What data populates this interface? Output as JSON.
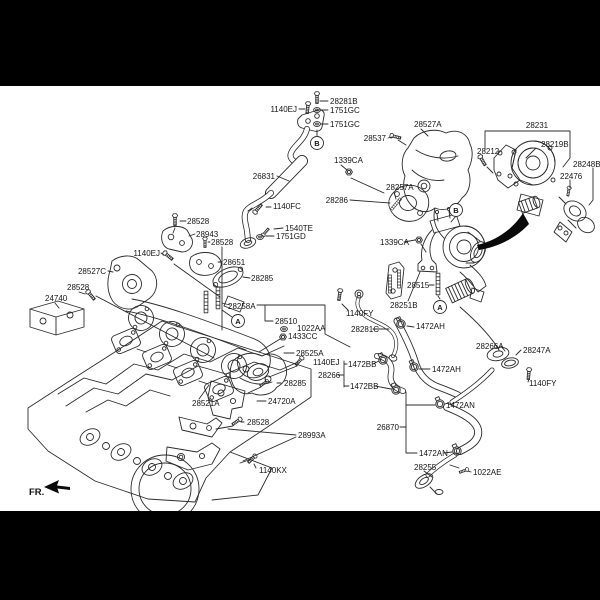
{
  "scene": {
    "background": "#ffffff",
    "letterbox_color": "#000000",
    "line_color": "#2b2b2b",
    "text_color": "#141414"
  },
  "direction_indicator": {
    "label": "FR."
  },
  "ref_markers": [
    {
      "letter": "B"
    },
    {
      "letter": "B"
    },
    {
      "letter": "A"
    },
    {
      "letter": "A"
    }
  ],
  "part_labels": [
    {
      "text": "28281B"
    },
    {
      "text": "1140EJ"
    },
    {
      "text": "1751GC"
    },
    {
      "text": "1751GC"
    },
    {
      "text": "1339CA"
    },
    {
      "text": "28537"
    },
    {
      "text": "28527A"
    },
    {
      "text": "26831"
    },
    {
      "text": "28286"
    },
    {
      "text": "28257A"
    },
    {
      "text": "1140FC"
    },
    {
      "text": "1540TE"
    },
    {
      "text": "1751GD"
    },
    {
      "text": "28231"
    },
    {
      "text": "28219B"
    },
    {
      "text": "28212"
    },
    {
      "text": "28248B"
    },
    {
      "text": "22476"
    },
    {
      "text": "1339CA"
    },
    {
      "text": "28515"
    },
    {
      "text": "28251B"
    },
    {
      "text": "1140FY"
    },
    {
      "text": "28281C"
    },
    {
      "text": "1472AH"
    },
    {
      "text": "1472AH"
    },
    {
      "text": "1472BB"
    },
    {
      "text": "1472BB"
    },
    {
      "text": "28266"
    },
    {
      "text": "1140EJ"
    },
    {
      "text": "28525A"
    },
    {
      "text": "1433CC"
    },
    {
      "text": "1022AA"
    },
    {
      "text": "28510"
    },
    {
      "text": "28258A"
    },
    {
      "text": "28651"
    },
    {
      "text": "28285"
    },
    {
      "text": "28943"
    },
    {
      "text": "28528"
    },
    {
      "text": "28528"
    },
    {
      "text": "1140EJ"
    },
    {
      "text": "28527C"
    },
    {
      "text": "28528"
    },
    {
      "text": "24740"
    },
    {
      "text": "28521A"
    },
    {
      "text": "24720A"
    },
    {
      "text": "28285"
    },
    {
      "text": "28528"
    },
    {
      "text": "28993A"
    },
    {
      "text": "1140KX"
    },
    {
      "text": "28266A"
    },
    {
      "text": "28247A"
    },
    {
      "text": "1140FY"
    },
    {
      "text": "1472AN"
    },
    {
      "text": "26870"
    },
    {
      "text": "1472AN"
    },
    {
      "text": "28255"
    },
    {
      "text": "1022AE"
    }
  ]
}
